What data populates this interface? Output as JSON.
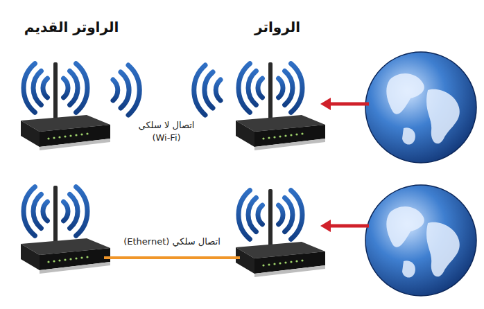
{
  "diagram": {
    "nodes": [
      {
        "text": [
          "الرواتر"
        ]
      },
      {
        "text": [
          "الراوتر القديم"
        ]
      }
    ],
    "labels": [
      "اتصال لا سلكي (Wi-Fi)",
      "اتصال سلكي (Ethernet)"
    ]
  }
}
